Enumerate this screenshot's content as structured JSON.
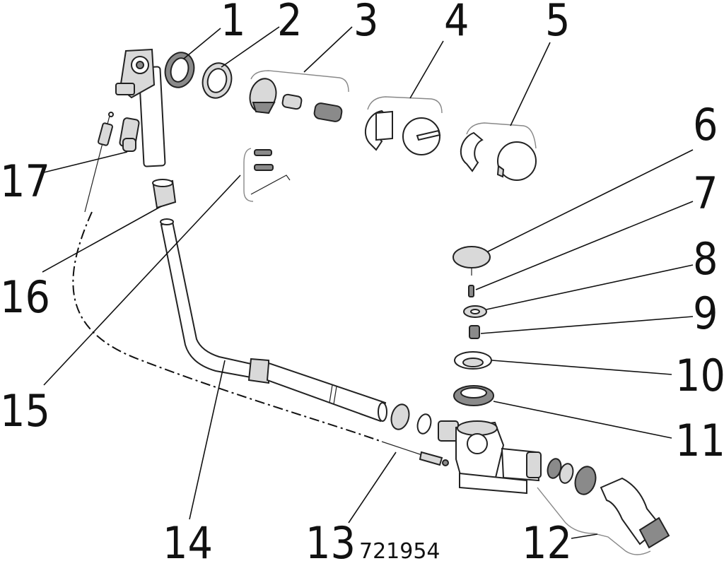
{
  "diagram": {
    "labels": {
      "n1": "1",
      "n2": "2",
      "n3": "3",
      "n4": "4",
      "n5": "5",
      "n6": "6",
      "n7": "7",
      "n8": "8",
      "n9": "9",
      "n10": "10",
      "n11": "11",
      "n12": "12",
      "n13": "13",
      "n14": "14",
      "n15": "15",
      "n16": "16",
      "n17": "17"
    },
    "part_code": "721954"
  }
}
